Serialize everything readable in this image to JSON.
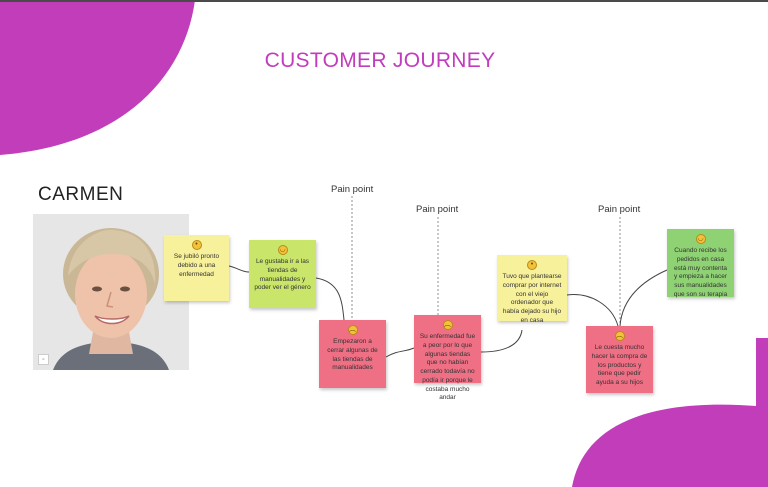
{
  "title": "CUSTOMER JOURNEY",
  "persona": {
    "name": "CARMEN"
  },
  "pain_points": [
    {
      "label": "Pain point"
    },
    {
      "label": "Pain point"
    },
    {
      "label": "Pain point"
    }
  ],
  "notes": [
    {
      "text": "Se jubiló pronto debido a una enfermedad",
      "color": "#f8f19c",
      "mood": "neutral"
    },
    {
      "text": "Le gustaba ir a las tiendas de manualidades y poder ver el género",
      "color": "#c9e56a",
      "mood": "happy"
    },
    {
      "text": "Empezaron a cerrar algunas de las tiendas de manualidades",
      "color": "#ef6f85",
      "mood": "sad"
    },
    {
      "text": "Su enfermedad fue a peor por lo que algunas tiendas que no habían cerrado todavía no podía ir porque le costaba mucho andar",
      "color": "#ef6f85",
      "mood": "sad"
    },
    {
      "text": "Tuvo que plantearse comprar por internet con el viejo ordenador que había dejado su hijo en casa",
      "color": "#f8f19c",
      "mood": "neutral"
    },
    {
      "text": "Le cuesta mucho hacer la compra de los productos y tiene que pedir ayuda a su hijos",
      "color": "#ef6f85",
      "mood": "sad"
    },
    {
      "text": "Cuando recibe los pedidos en casa está muy contenta y empieza a hacer sus manualidades que son su terapia",
      "color": "#8fd273",
      "mood": "happy"
    }
  ],
  "colors": {
    "accent": "#c23cbd",
    "blob": "#c13dba"
  },
  "icons": {
    "mood_happy": "happy-face-icon",
    "mood_neutral": "neutral-face-icon",
    "mood_sad": "sad-face-icon"
  }
}
